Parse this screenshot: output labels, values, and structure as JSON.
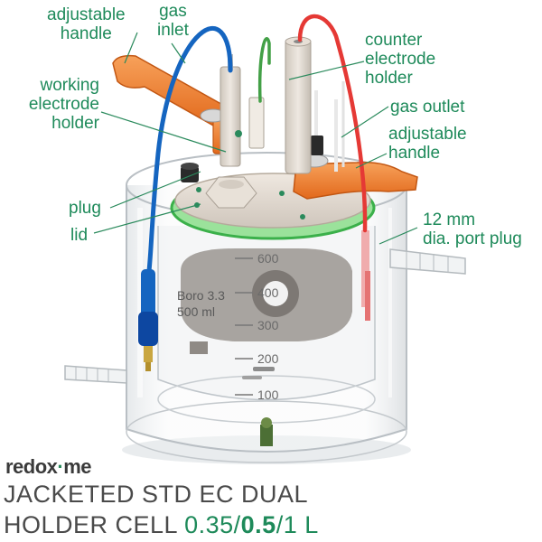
{
  "labels": {
    "adjustable_handle_left": [
      "adjustable",
      "handle"
    ],
    "gas_inlet": [
      "gas",
      "inlet"
    ],
    "counter_electrode_holder": [
      "counter",
      "electrode",
      "holder"
    ],
    "working_electrode_holder": [
      "working",
      "electrode",
      "holder"
    ],
    "gas_outlet": "gas outlet",
    "adjustable_handle_right": [
      "adjustable",
      "handle"
    ],
    "plug": "plug",
    "lid": "lid",
    "port_plug": [
      "12 mm",
      "dia. port plug"
    ]
  },
  "vessel": {
    "brand_text": "Boro 3.3",
    "volume_text": "500 ml",
    "scale_marks": [
      "600",
      "400",
      "300",
      "200",
      "100"
    ]
  },
  "branding": {
    "logo_left": "redox",
    "logo_dot": "·",
    "logo_right": "me",
    "title_line1": "JACKETED STD EC DUAL",
    "title_line2_prefix": "HOLDER CELL ",
    "size_a": "0.35",
    "size_sep1": "/",
    "size_b": "0.5",
    "size_sep2": "/",
    "size_c": "1 L"
  },
  "colors": {
    "label_green": "#1e8a5a",
    "title_gray": "#4a4a4a",
    "handle_orange": "#f07d2c",
    "cable_blue": "#1565c0",
    "cable_red": "#e53935",
    "cable_green": "#43a047"
  }
}
